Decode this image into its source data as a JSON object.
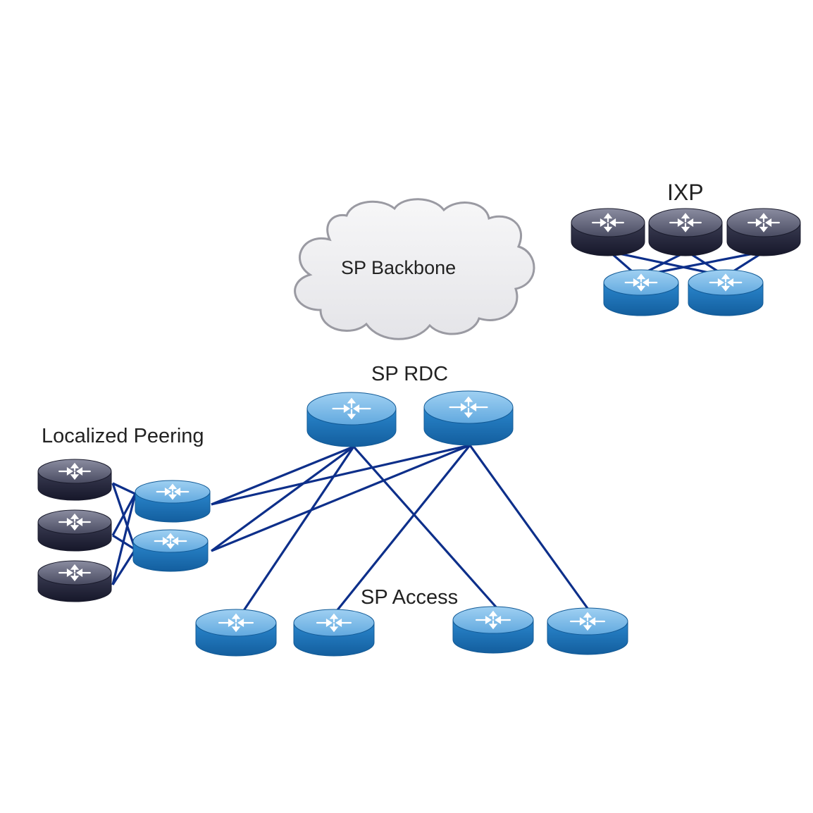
{
  "labels": {
    "ixp": "IXP",
    "backbone": "SP Backbone",
    "rdc": "SP RDC",
    "localized_peering": "Localized  Peering",
    "access": "SP Access"
  },
  "colors": {
    "link": "#0d2f8a",
    "router_blue_top": "#7fbde8",
    "router_blue_side": "#1a6fb8",
    "router_dark_top": "#6e7187",
    "router_dark_side": "#22233a",
    "cloud_fill": "#efeff1",
    "cloud_stroke": "#9a9aa2"
  },
  "icons": {
    "blue_router": "router-icon",
    "dark_router": "router-icon",
    "cloud": "cloud-icon"
  }
}
